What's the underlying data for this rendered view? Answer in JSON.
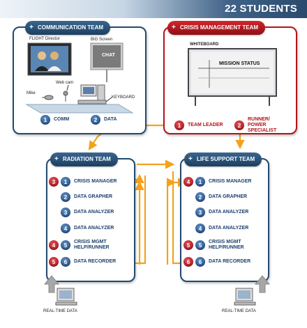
{
  "header": {
    "student_count": "22 STUDENTS"
  },
  "communication_team": {
    "title": "COMMUNICATION TEAM",
    "labels": {
      "flight_director": "FLIGHT Director",
      "big_screen": "BIG Screen",
      "chat": "CHAT",
      "web_cam": "Web cam",
      "mike": "Mike",
      "keyboard": "KEYBOARD"
    },
    "roles": [
      {
        "number": "1",
        "label": "COMM"
      },
      {
        "number": "2",
        "label": "DATA"
      }
    ]
  },
  "crisis_management_team": {
    "title": "CRISIS MANAGEMENT TEAM",
    "labels": {
      "whiteboard": "WHITEBOARD",
      "mission_status": "MISSION STATUS"
    },
    "roles": [
      {
        "number": "1",
        "label": "TEAM LEADER"
      },
      {
        "number": "2",
        "label_line1": "RUNNER/",
        "label_line2": "POWER SPECIALIST"
      }
    ]
  },
  "radiation_team": {
    "title": "RADIATION TEAM",
    "roles": [
      {
        "tag": "3",
        "number": "1",
        "label": "CRISIS MANAGER"
      },
      {
        "number": "2",
        "label": "DATA GRAPHER"
      },
      {
        "number": "3",
        "label": "DATA ANALYZER"
      },
      {
        "number": "4",
        "label": "DATA ANALYZER"
      },
      {
        "tag": "4",
        "number": "5",
        "label_line1": "CRISIS MGMT",
        "label_line2": "HELP/RUNNER"
      },
      {
        "tag": "5",
        "number": "6",
        "label": "DATA RECORDER"
      }
    ]
  },
  "life_support_team": {
    "title": "LIFE SUPPORT TEAM",
    "roles": [
      {
        "tag": "4",
        "number": "1",
        "label": "CRISIS MANAGER"
      },
      {
        "number": "2",
        "label": "DATA GRAPHER"
      },
      {
        "number": "3",
        "label": "DATA ANALYZER"
      },
      {
        "number": "4",
        "label": "DATA ANALYZER"
      },
      {
        "tag": "5",
        "number": "5",
        "label_line1": "CRISIS MGMT",
        "label_line2": "HELP/RUNNER"
      },
      {
        "tag": "6",
        "number": "6",
        "label": "DATA RECORDER"
      }
    ]
  },
  "footer": {
    "left_label": "REAL-TIME DATA",
    "right_label": "REAL-TIME DATA"
  },
  "colors": {
    "navy": "#21496f",
    "red": "#b2151b",
    "orange": "#f3a21d",
    "role_text": "#1c3f6b"
  }
}
